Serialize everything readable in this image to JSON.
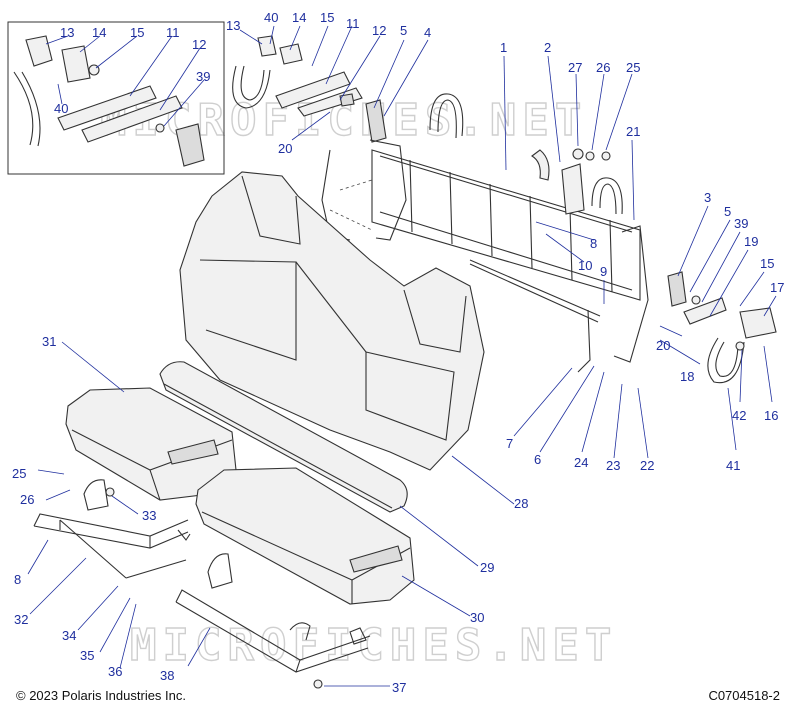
{
  "watermark": "MICROFICHES.NET",
  "footer": {
    "copyright": "© 2023 Polaris Industries Inc.",
    "drawing_id": "C0704518-2"
  },
  "callouts": {
    "inset": [
      "13",
      "14",
      "15",
      "11",
      "12",
      "39",
      "40"
    ],
    "top": [
      "13",
      "40",
      "14",
      "15",
      "11",
      "12",
      "5",
      "4",
      "20",
      "1",
      "2",
      "27",
      "26",
      "25",
      "21"
    ],
    "right": [
      "3",
      "5",
      "39",
      "19",
      "8",
      "10",
      "9",
      "15",
      "17",
      "20",
      "18",
      "42",
      "16",
      "41",
      "7",
      "6",
      "24",
      "23",
      "22"
    ],
    "left": [
      "31",
      "25",
      "26",
      "33",
      "8",
      "32",
      "34",
      "35",
      "36",
      "38",
      "37",
      "28",
      "29",
      "30"
    ]
  },
  "colors": {
    "callout": "#1f2f9e",
    "line_art": "#333333",
    "watermark": "#cfcfcf"
  }
}
